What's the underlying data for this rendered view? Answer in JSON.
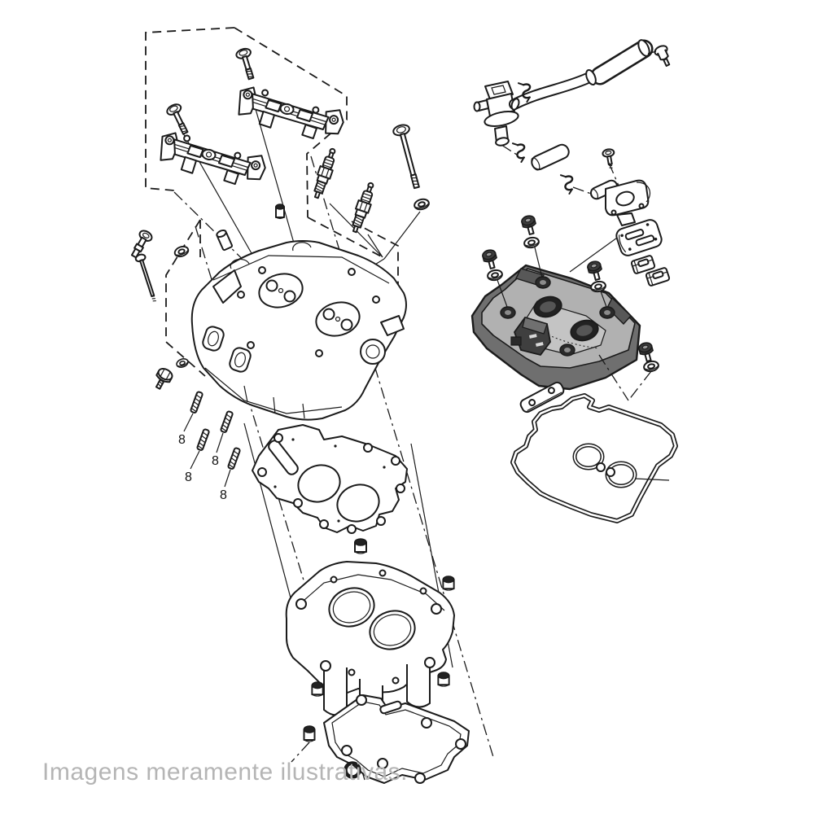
{
  "caption": {
    "text": "Imagens meramente ilustrativas.",
    "color": "#b5b5b5"
  },
  "callouts": {
    "items": [
      {
        "text": "8"
      },
      {
        "text": "8"
      },
      {
        "text": "8"
      },
      {
        "text": "8"
      }
    ]
  },
  "colors": {
    "background": "#ffffff",
    "line": "#1b1b1b",
    "caption_gray": "#b5b5b5",
    "cover_side": "#6f6f6f",
    "cover_top": "#b1b1b1",
    "cover_raised": "#c4c4c4",
    "cover_block_dark": "#585858",
    "plug_well_dark": "#222222",
    "sensor_body": "#3f3f3f"
  },
  "parts": [
    "dashed-reference-outline",
    "rocker-arm-assembly",
    "flange-bolt",
    "spark-plug",
    "cylinder-head-bolt",
    "washer",
    "cylinder-head",
    "cylinder-stud",
    "head-gasket",
    "cylinder-block",
    "dowel-damper",
    "cylinder-base-gasket",
    "dowel-pin",
    "o-ring",
    "air-induction-valve",
    "breather-hose",
    "hose-clamp",
    "breather-pipe",
    "pipe-fitting",
    "valve-cover",
    "cover-bolt",
    "cover-washer",
    "cam-sensor",
    "bracket-plate",
    "slotted-plate",
    "wire-clamp",
    "valve-cover-gasket"
  ]
}
